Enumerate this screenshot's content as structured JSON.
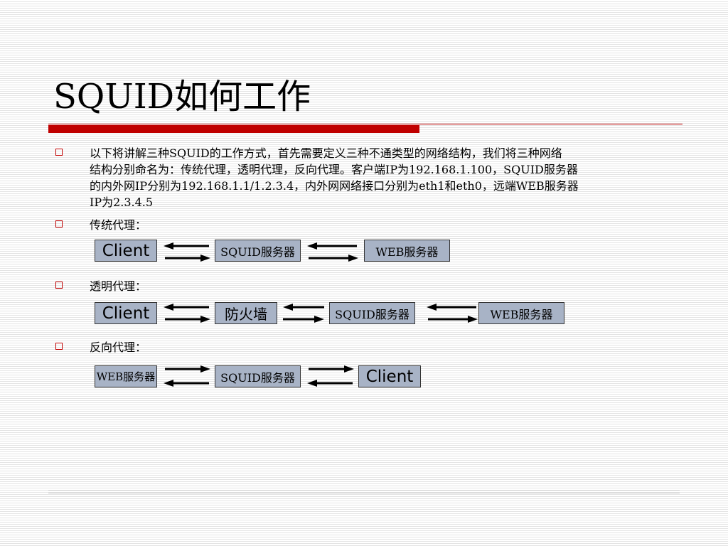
{
  "slide": {
    "title": "SQUID如何工作",
    "intro_lines": [
      "以下将讲解三种SQUID的工作方式，首先需要定义三种不通类型的网络结构，我们将三种网络",
      "结构分别命名为：传统代理，透明代理，反向代理。客户端IP为192.168.1.100，SQUID服务器",
      "的内外网IP分别为192.168.1.1/1.2.3.4，内外网网络接口分别为eth1和eth0，远端WEB服务器",
      "IP为2.3.4.5"
    ],
    "sections": {
      "traditional": {
        "label": "传统代理：",
        "nodes": [
          "Client",
          "SQUID服务器",
          "WEB服务器"
        ]
      },
      "transparent": {
        "label": "透明代理：",
        "nodes": [
          "Client",
          "防火墙",
          "SQUID服务器",
          "WEB服务器"
        ]
      },
      "reverse": {
        "label": "反向代理：",
        "nodes": [
          "WEB服务器",
          "SQUID服务器",
          "Client"
        ]
      }
    }
  },
  "colors": {
    "accent": "#c00000",
    "box_fill": "#a8b3c6"
  }
}
